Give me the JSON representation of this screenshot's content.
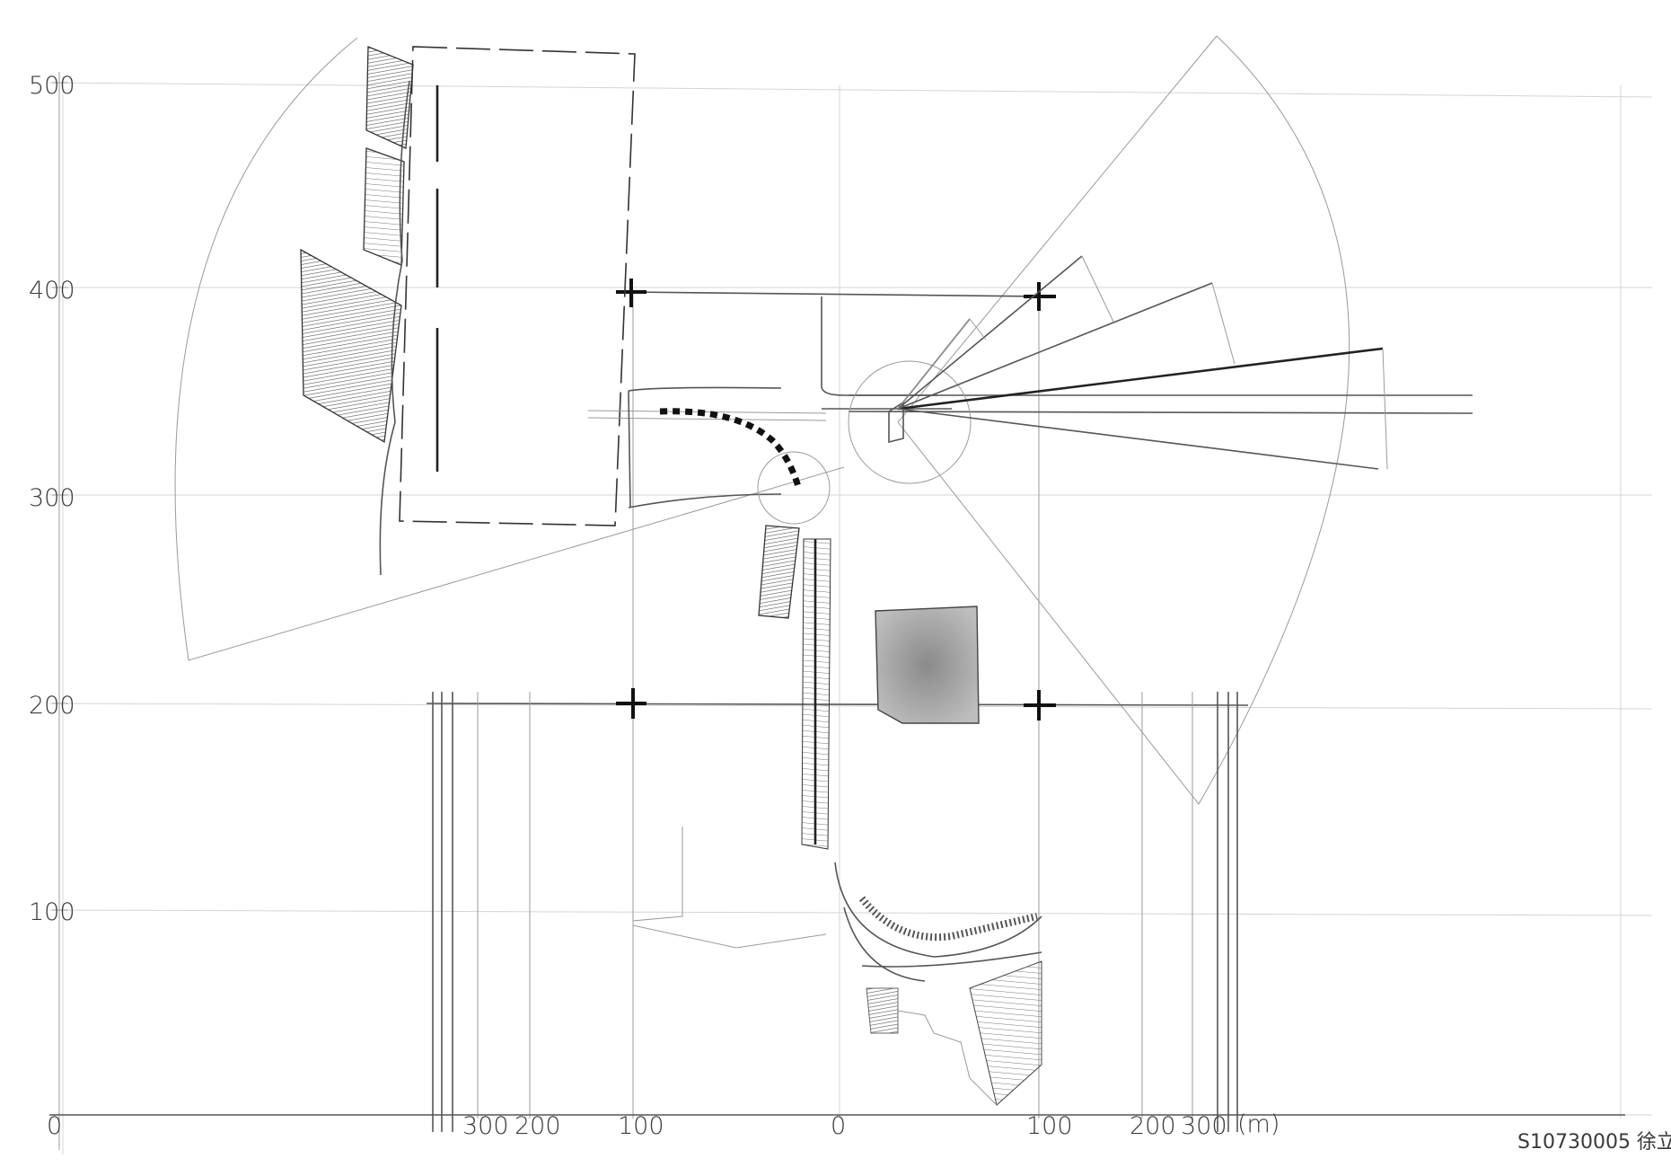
{
  "left_axis_labels": [
    "500",
    "400",
    "300",
    "200",
    "100",
    "0"
  ],
  "bottom_axis_left_labels": [
    "300",
    "200",
    "100"
  ],
  "bottom_axis_center_label": "0",
  "bottom_axis_right_labels": [
    "100",
    "200",
    "300"
  ],
  "unit_label": "(m)",
  "signature": "S10730005 徐立"
}
